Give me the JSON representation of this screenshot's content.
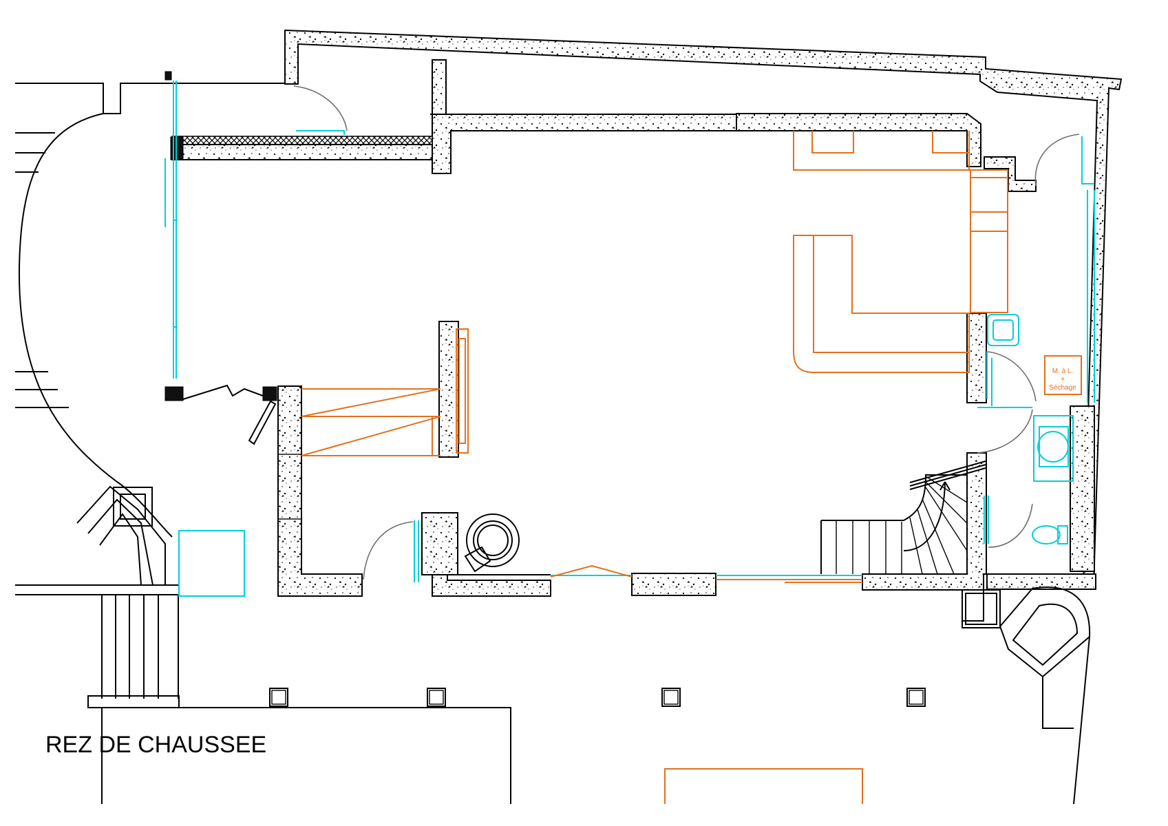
{
  "plan": {
    "title": "REZ DE CHAUSSEE",
    "room_labels": {
      "laundry_line1": "M. à L.",
      "laundry_line2": "+",
      "laundry_line3": "Séchage"
    }
  },
  "colors": {
    "walls": "#000000",
    "openings": "#00cfd6",
    "furniture": "#e2701c",
    "door_swings": "#6e6e6e"
  }
}
